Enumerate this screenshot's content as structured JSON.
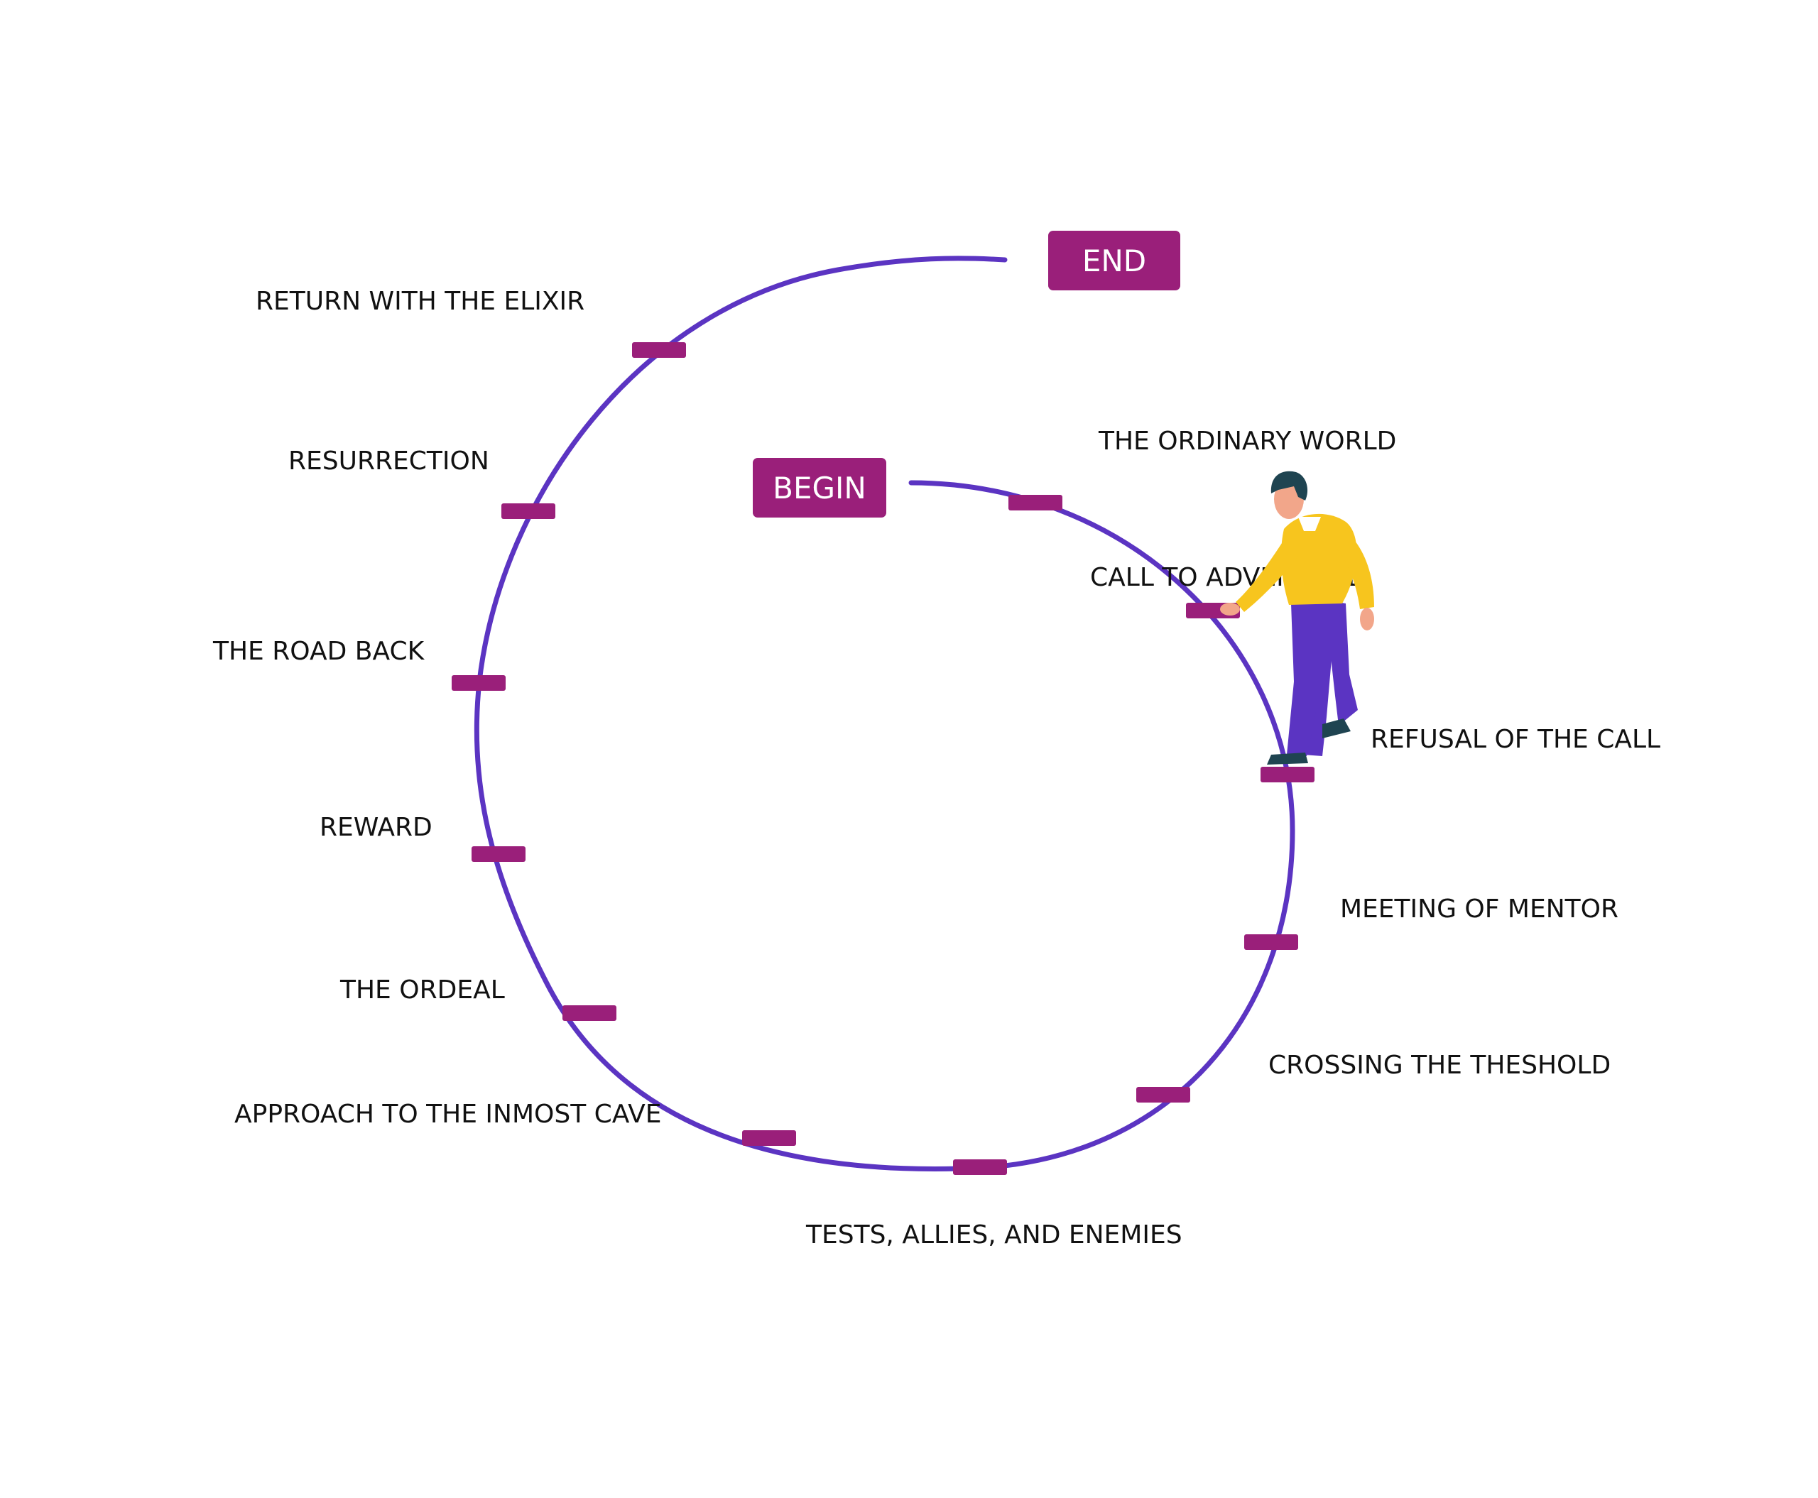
{
  "colors": {
    "path": "#5b34c2",
    "marker": "#9a1f7a",
    "badge": "#9a1f7a",
    "badge_text": "#ffffff",
    "label_text": "#111111",
    "shirt": "#f7c51e",
    "pants": "#5b34c2",
    "hair": "#1f4451",
    "skin": "#f2a68a",
    "shoes": "#1f4451"
  },
  "badges": {
    "begin": "BEGIN",
    "end": "END"
  },
  "stages": [
    {
      "id": "ordinary-world",
      "label": "THE ORDINARY WORLD"
    },
    {
      "id": "call-to-adventure",
      "label": "CALL TO ADVENTURE"
    },
    {
      "id": "refusal-of-the-call",
      "label": "REFUSAL OF THE CALL"
    },
    {
      "id": "meeting-of-mentor",
      "label": "MEETING OF MENTOR"
    },
    {
      "id": "crossing-the-threshold",
      "label": "CROSSING THE THESHOLD"
    },
    {
      "id": "tests-allies-enemies",
      "label": "TESTS, ALLIES, AND ENEMIES"
    },
    {
      "id": "approach-inmost-cave",
      "label": "APPROACH TO THE INMOST CAVE"
    },
    {
      "id": "the-ordeal",
      "label": "THE ORDEAL"
    },
    {
      "id": "reward",
      "label": "REWARD"
    },
    {
      "id": "the-road-back",
      "label": "THE ROAD BACK"
    },
    {
      "id": "resurrection",
      "label": "RESURRECTION"
    },
    {
      "id": "return-with-elixir",
      "label": "RETURN WITH THE ELIXIR"
    }
  ],
  "figure": {
    "icon": "walking-man-illustration"
  }
}
